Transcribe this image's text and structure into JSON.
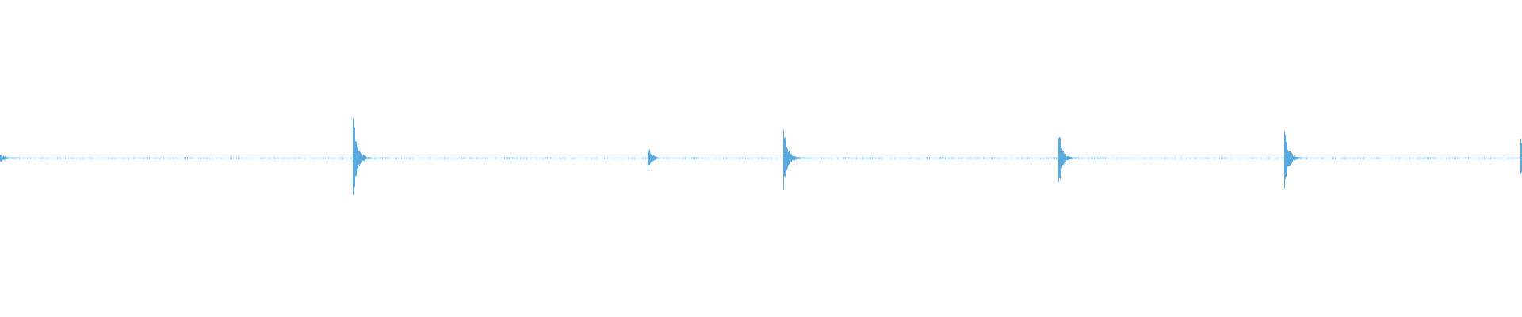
{
  "waveform": {
    "color": "#5aa9e0",
    "background": "#ffffff",
    "baseline_amplitude": 0.01,
    "transients": [
      {
        "position": 0.0,
        "amplitude": 0.05,
        "label_name": "transient-0"
      },
      {
        "position": 0.2318,
        "amplitude": 0.55,
        "label_name": "transient-1"
      },
      {
        "position": 0.4257,
        "amplitude": 0.12,
        "label_name": "transient-2"
      },
      {
        "position": 0.5144,
        "amplitude": 0.4,
        "label_name": "transient-3"
      },
      {
        "position": 0.6953,
        "amplitude": 0.3,
        "label_name": "transient-4"
      },
      {
        "position": 0.8437,
        "amplitude": 0.36,
        "label_name": "transient-5"
      },
      {
        "position": 0.999,
        "amplitude": 0.2,
        "label_name": "transient-6"
      }
    ]
  }
}
